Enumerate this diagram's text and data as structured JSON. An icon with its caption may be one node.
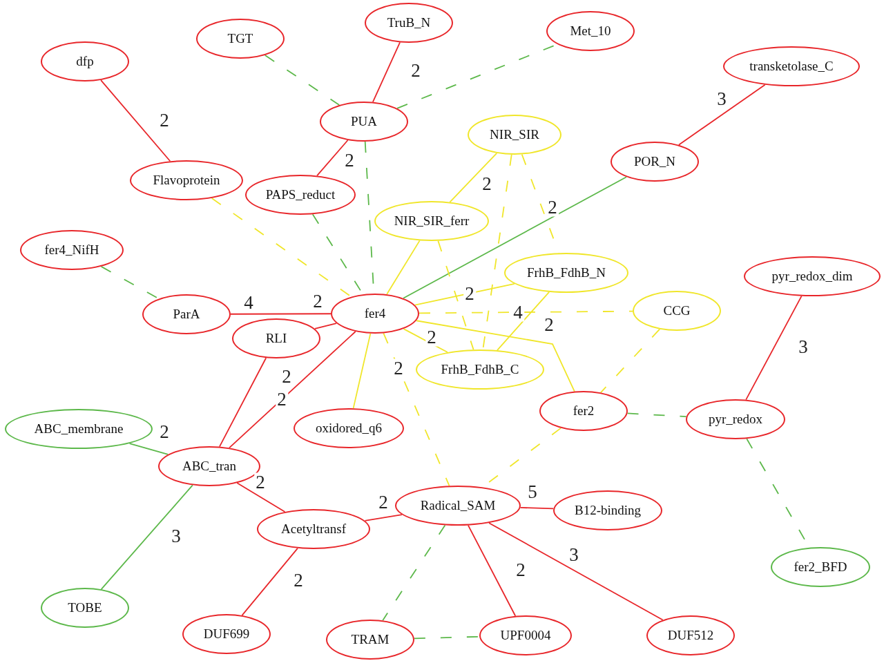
{
  "diagram": {
    "nodes": [
      {
        "text": [
          "TruB_N"
        ]
      },
      {
        "text": [
          "TGT"
        ]
      },
      {
        "text": [
          "Met_10"
        ]
      },
      {
        "text": [
          "dfp"
        ]
      },
      {
        "text": [
          "transketolase_C"
        ]
      },
      {
        "text": [
          "PUA"
        ]
      },
      {
        "text": [
          "NIR_SIR"
        ]
      },
      {
        "text": [
          "POR_N"
        ]
      },
      {
        "text": [
          "Flavoprotein"
        ]
      },
      {
        "text": [
          "PAPS_reduct"
        ]
      },
      {
        "text": [
          "NIR_SIR_ferr"
        ]
      },
      {
        "text": [
          "fer4_NifH"
        ]
      },
      {
        "text": [
          "FrhB_FdhB_N"
        ]
      },
      {
        "text": [
          "pyr_redox_dim"
        ]
      },
      {
        "text": [
          "CCG"
        ]
      },
      {
        "text": [
          "fer4"
        ]
      },
      {
        "text": [
          "ParA"
        ]
      },
      {
        "text": [
          "RLI"
        ]
      },
      {
        "text": [
          "FrhB_FdhB_C"
        ]
      },
      {
        "text": [
          "fer2"
        ]
      },
      {
        "text": [
          "ABC_membrane"
        ]
      },
      {
        "text": [
          "oxidored_q6"
        ]
      },
      {
        "text": [
          "pyr_redox"
        ]
      },
      {
        "text": [
          "ABC_tran"
        ]
      },
      {
        "text": [
          "Radical_SAM"
        ]
      },
      {
        "text": [
          "B12-binding"
        ]
      },
      {
        "text": [
          "Acetyltransf"
        ]
      },
      {
        "text": [
          "fer2_BFD"
        ]
      },
      {
        "text": [
          "TOBE"
        ]
      },
      {
        "text": [
          "DUF699"
        ]
      },
      {
        "text": [
          "TRAM"
        ]
      },
      {
        "text": [
          "UPF0004"
        ]
      },
      {
        "text": [
          "DUF512"
        ]
      }
    ],
    "edges": [
      {
        "from": 0,
        "to": 5,
        "arrow": "none",
        "label": "2"
      },
      {
        "from": 1,
        "to": 5,
        "arrow": "none",
        "style": "dashed",
        "color": "#5cb84a"
      },
      {
        "from": 5,
        "to": 2,
        "arrow": "none",
        "style": "dashed",
        "color": "#5cb84a"
      },
      {
        "from": 3,
        "to": 8,
        "arrow": "none",
        "label": "2"
      },
      {
        "from": 4,
        "to": 7,
        "arrow": "none",
        "label": "3"
      },
      {
        "from": 5,
        "to": 9,
        "arrow": "none",
        "label": "2"
      },
      {
        "from": 5,
        "to": 15,
        "arrow": "none",
        "style": "dashed",
        "color": "#5cb84a"
      },
      {
        "from": 7,
        "to": 15,
        "arrow": "none",
        "color": "#5cb84a"
      },
      {
        "from": 8,
        "to": 15,
        "arrow": "none",
        "style": "dashed",
        "color": "#f0e62a"
      },
      {
        "from": 9,
        "to": 15,
        "arrow": "none",
        "style": "dashed",
        "color": "#5cb84a"
      },
      {
        "from": 6,
        "to": 10,
        "arrow": "none",
        "color": "#f0e62a"
      },
      {
        "from": 6,
        "to": 18,
        "arrow": "none",
        "style": "dashed",
        "color": "#f0e62a",
        "label": "2"
      },
      {
        "from": 6,
        "to": 12,
        "arrow": "none",
        "style": "dashed",
        "color": "#f0e62a",
        "label": "2"
      },
      {
        "from": 10,
        "to": 15,
        "arrow": "none",
        "color": "#f0e62a"
      },
      {
        "from": 10,
        "to": 18,
        "arrow": "none",
        "style": "dashed",
        "color": "#f0e62a"
      },
      {
        "from": 12,
        "to": 15,
        "arrow": "none",
        "color": "#f0e62a",
        "label": "2"
      },
      {
        "from": 12,
        "to": 18,
        "arrow": "none",
        "color": "#f0e62a",
        "label": "2"
      },
      {
        "from": 11,
        "to": 16,
        "arrow": "none",
        "style": "dashed",
        "color": "#5cb84a"
      },
      {
        "from": 16,
        "to": 15,
        "arrow": "none",
        "label": "4"
      },
      {
        "from": 17,
        "to": 15,
        "arrow": "none",
        "label": "2"
      },
      {
        "from": 17,
        "to": 23,
        "arrow": "none",
        "label": "2"
      },
      {
        "from": 15,
        "to": 23,
        "arrow": "none",
        "label": "2"
      },
      {
        "from": 15,
        "to": 14,
        "arrow": "none",
        "style": "dashed",
        "color": "#f0e62a",
        "label": "4"
      },
      {
        "from": 15,
        "to": 18,
        "arrow": "none",
        "color": "#f0e62a",
        "label": "2"
      },
      {
        "from": 15,
        "to": 19,
        "arrow": "none",
        "color": "#f0e62a"
      },
      {
        "from": 15,
        "to": 21,
        "arrow": "none",
        "color": "#f0e62a"
      },
      {
        "from": 15,
        "to": 24,
        "arrow": "none",
        "style": "dashed",
        "color": "#f0e62a",
        "label": "2"
      },
      {
        "from": 14,
        "to": 19,
        "arrow": "none",
        "style": "dashed",
        "color": "#f0e62a"
      },
      {
        "from": 19,
        "to": 22,
        "arrow": "none",
        "style": "dashed",
        "color": "#5cb84a"
      },
      {
        "from": 19,
        "to": 24,
        "arrow": "none",
        "style": "dashed",
        "color": "#f0e62a"
      },
      {
        "from": 13,
        "to": 22,
        "arrow": "none",
        "label": "3"
      },
      {
        "from": 22,
        "to": 27,
        "arrow": "none",
        "style": "dashed",
        "color": "#5cb84a"
      },
      {
        "from": 20,
        "to": 23,
        "arrow": "none",
        "color": "#5cb84a",
        "label": "2"
      },
      {
        "from": 23,
        "to": 28,
        "arrow": "none",
        "color": "#5cb84a",
        "label": "3"
      },
      {
        "from": 23,
        "to": 26,
        "arrow": "none",
        "label": "2"
      },
      {
        "from": 26,
        "to": 24,
        "arrow": "none",
        "label": "2"
      },
      {
        "from": 26,
        "to": 29,
        "arrow": "none",
        "label": "2"
      },
      {
        "from": 24,
        "to": 25,
        "arrow": "none",
        "label": "5"
      },
      {
        "from": 24,
        "to": 30,
        "arrow": "none",
        "style": "dashed",
        "color": "#5cb84a"
      },
      {
        "from": 24,
        "to": 31,
        "arrow": "none",
        "label": "2"
      },
      {
        "from": 24,
        "to": 32,
        "arrow": "none",
        "label": "3"
      },
      {
        "from": 30,
        "to": 31,
        "arrow": "none",
        "style": "dashed",
        "color": "#5cb84a"
      }
    ]
  }
}
